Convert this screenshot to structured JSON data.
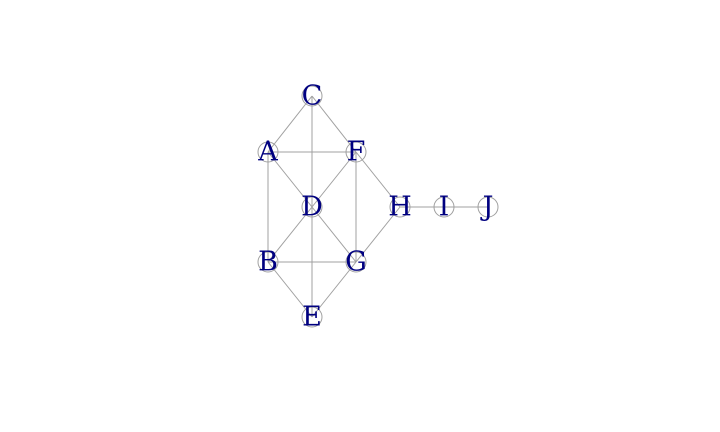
{
  "graph": {
    "label_color": "#000080",
    "edge_color": "#a0a0a0",
    "nodes": [
      {
        "id": "A",
        "label": "A"
      },
      {
        "id": "B",
        "label": "B"
      },
      {
        "id": "C",
        "label": "C"
      },
      {
        "id": "D",
        "label": "D"
      },
      {
        "id": "E",
        "label": "E"
      },
      {
        "id": "F",
        "label": "F"
      },
      {
        "id": "G",
        "label": "G"
      },
      {
        "id": "H",
        "label": "H"
      },
      {
        "id": "I",
        "label": "I"
      },
      {
        "id": "J",
        "label": "J"
      }
    ],
    "edges": [
      [
        "A",
        "C"
      ],
      [
        "C",
        "F"
      ],
      [
        "C",
        "D"
      ],
      [
        "A",
        "F"
      ],
      [
        "A",
        "D"
      ],
      [
        "A",
        "B"
      ],
      [
        "F",
        "D"
      ],
      [
        "F",
        "G"
      ],
      [
        "F",
        "H"
      ],
      [
        "D",
        "B"
      ],
      [
        "D",
        "G"
      ],
      [
        "D",
        "E"
      ],
      [
        "B",
        "G"
      ],
      [
        "B",
        "E"
      ],
      [
        "G",
        "E"
      ],
      [
        "G",
        "H"
      ],
      [
        "H",
        "I"
      ],
      [
        "I",
        "J"
      ]
    ]
  }
}
